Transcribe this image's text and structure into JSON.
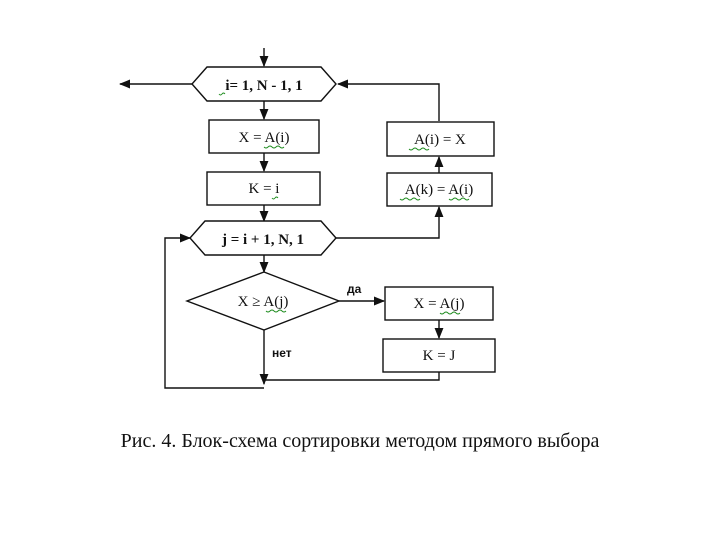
{
  "nodes": {
    "loop_i": "i= 1, N - 1, 1",
    "x_assign": "X = A(i)",
    "k_assign": "K = i",
    "loop_j": "j = i + 1, N, 1",
    "cond": "X ≥ A(j)",
    "x_assign2": "X = A(j)",
    "k_assign2": "K = J",
    "ak_assign": "A(k) = A(i)",
    "ai_assign": "A(i) = X"
  },
  "labels": {
    "yes": "да",
    "no": "нет"
  },
  "caption": "Рис. 4. Блок-схема сортировки методом прямого выбора"
}
